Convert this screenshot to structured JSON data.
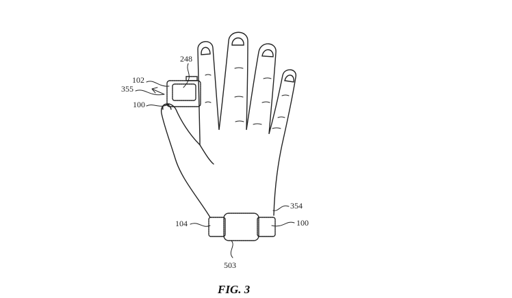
{
  "figure": {
    "caption": "FIG. 3",
    "labels": {
      "ring_display": "248",
      "ring_housing": "102",
      "ring_gesture": "355",
      "ring_device": "100",
      "wrist": "354",
      "band": "104",
      "watch_device": "100",
      "watch_display": "503"
    }
  }
}
